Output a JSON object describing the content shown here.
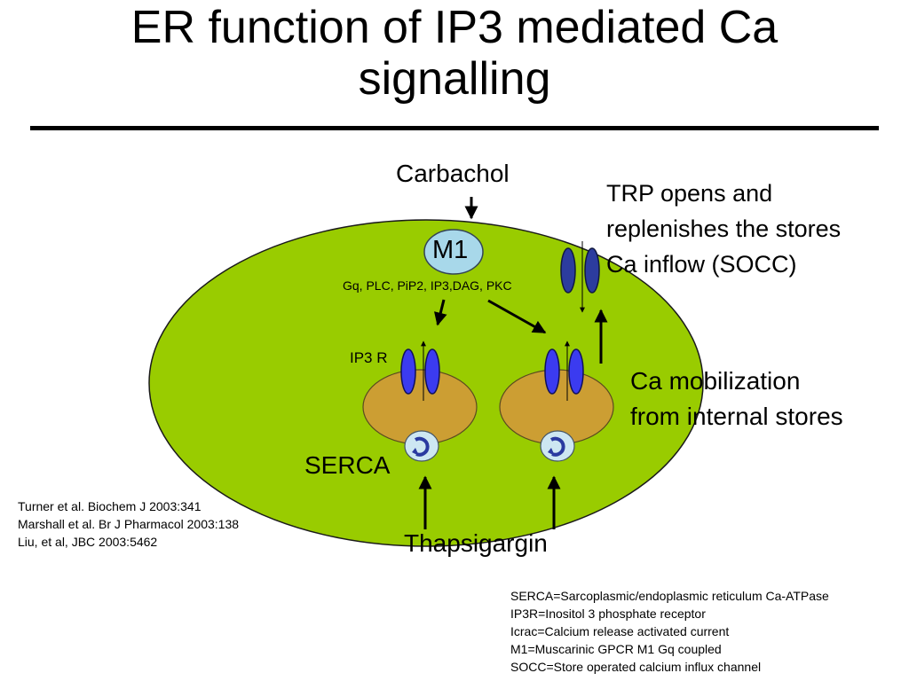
{
  "title": {
    "line1": "ER function of IP3 mediated Ca",
    "line2": "signalling"
  },
  "diagram": {
    "agonist": "Carbachol",
    "receptor": "M1",
    "pathway": "Gq, PLC, PiP2, IP3,DAG, PKC",
    "ip3r_label": "IP3 R",
    "serca_label": "SERCA",
    "inhibitor": "Thapsigargin",
    "trp_note": [
      "TRP opens and",
      "replenishes the stores",
      "Ca inflow (SOCC)"
    ],
    "mobilization_note": [
      "Ca mobilization",
      "from internal stores"
    ]
  },
  "references": [
    "Turner et al. Biochem J 2003:341",
    "Marshall et al. Br J Pharmacol 2003:138",
    "Liu, et al, JBC 2003:5462"
  ],
  "definitions": [
    "SERCA=Sarcoplasmic/endoplasmic reticulum Ca-ATPase",
    "IP3R=Inositol 3 phosphate receptor",
    "Icrac=Calcium release activated current",
    "M1=Muscarinic GPCR M1 Gq coupled",
    "SOCC=Store operated calcium influx channel"
  ],
  "colors": {
    "cell": "#99cc00",
    "er_store": "#cc9e33",
    "ip3r_channel": "#3b3bf0",
    "trp_channel": "#2c3c9e",
    "receptor": "#a8d8ea",
    "serca": "#cde7f2"
  }
}
